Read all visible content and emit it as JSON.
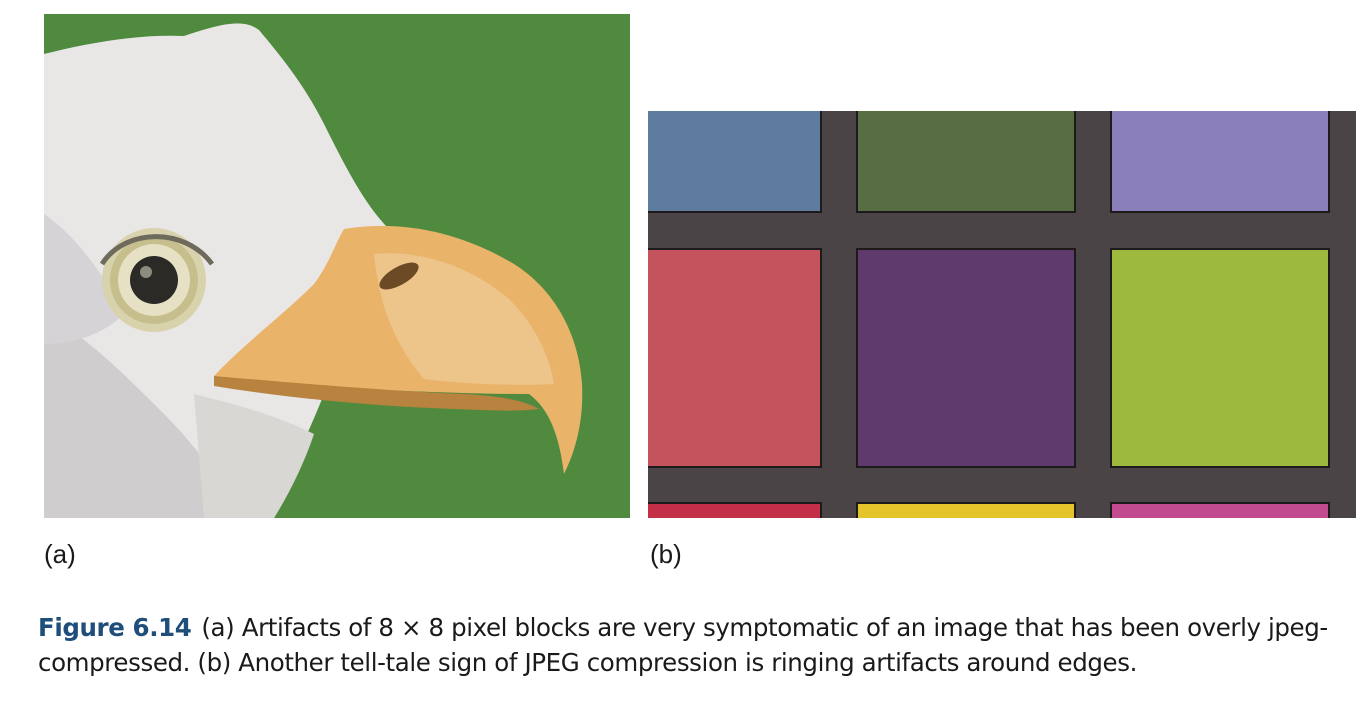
{
  "panels": [
    {
      "label": "(a)",
      "subject": "bald-eagle-head-jpeg-block-artifacts"
    },
    {
      "label": "(b)",
      "subject": "color-checker-ringing-artifacts",
      "swatch_colors": [
        "#5d7c9e",
        "#566e41",
        "#8a7fbb",
        "#c4535e",
        "#5f3a6d",
        "#9eba3e",
        "#c22f47",
        "#e4c428",
        "#c24a8e"
      ]
    }
  ],
  "caption": {
    "figure_label": "Figure 6.14",
    "text": "(a) Artifacts of 8 × 8 pixel blocks are very symptomatic of an image that has been overly jpeg-compressed. (b) Another tell-tale sign of JPEG compression is ringing artifacts around edges."
  }
}
